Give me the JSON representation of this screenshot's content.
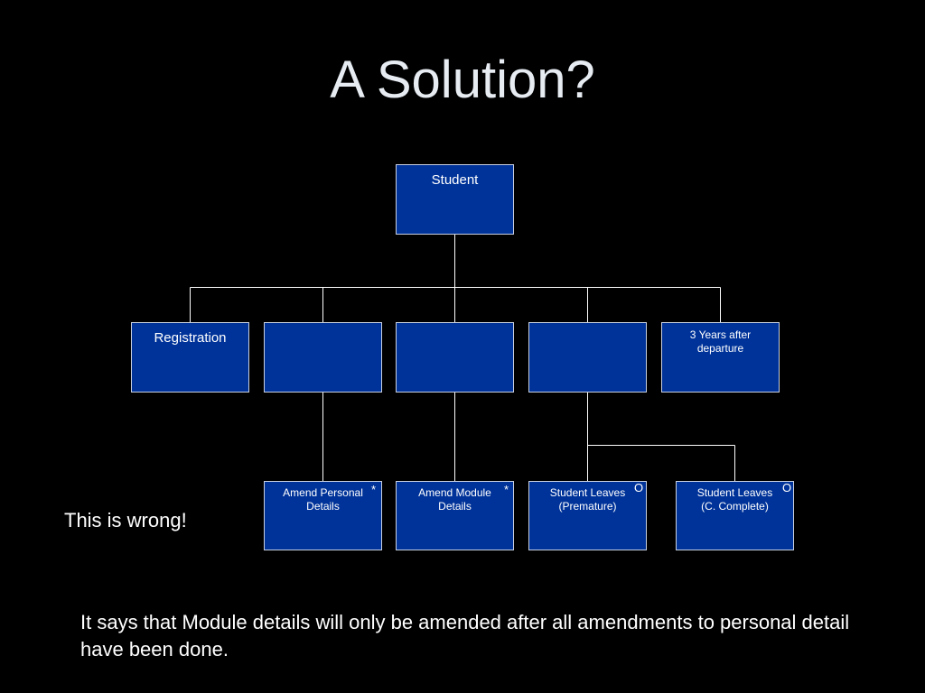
{
  "title": "A Solution?",
  "diagram": {
    "root": {
      "label": "Student"
    },
    "level1": [
      {
        "label": "Registration"
      },
      {
        "label": ""
      },
      {
        "label": ""
      },
      {
        "label": ""
      },
      {
        "label": "3 Years after departure"
      }
    ],
    "level2": [
      {
        "label": "Amend Personal Details",
        "marker": "*"
      },
      {
        "label": "Amend Module Details",
        "marker": "*"
      },
      {
        "label": "Student Leaves (Premature)",
        "marker": "O"
      },
      {
        "label": "Student Leaves (C. Complete)",
        "marker": "O"
      }
    ]
  },
  "notes": {
    "wrong": "This is wrong!",
    "explanation": "It says that Module details will only be amended after all amendments to personal detail have been done."
  },
  "colors": {
    "box_fill": "#003399",
    "box_border": "#c8d0e0",
    "connector": "#ffffff",
    "background": "#000000"
  }
}
